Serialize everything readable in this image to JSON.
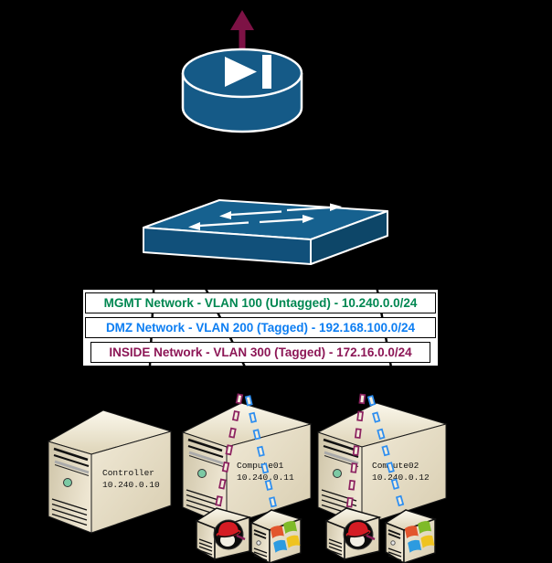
{
  "networks": [
    {
      "label": "MGMT Network - VLAN 100 (Untagged) - 10.240.0.0/24",
      "color": "#008751"
    },
    {
      "label": "DMZ Network - VLAN 200 (Tagged) - 192.168.100.0/24",
      "color": "#0d7ef2"
    },
    {
      "label": "INSIDE Network - VLAN 300 (Tagged) - 172.16.0.0/24",
      "color": "#8c1656"
    }
  ],
  "servers": [
    {
      "name": "Controller",
      "ip": "10.240.0.10"
    },
    {
      "name": "Compute01",
      "ip": "10.240.0.11"
    },
    {
      "name": "Compute02",
      "ip": "10.240.0.12"
    }
  ],
  "icons": {
    "router": "router-icon",
    "switch": "switch-icon",
    "uplink_arrow": "uplink-arrow-icon",
    "redhat_vm": "redhat-vm-icon",
    "windows_vm": "windows-vm-icon"
  },
  "colors": {
    "device_blue": "#155a87",
    "vlan200_link": "#2d8ef0",
    "vlan300_link": "#8c2260",
    "uplink_arrow": "#7d1245",
    "label_background": "#ffffff",
    "background": "#000000"
  }
}
